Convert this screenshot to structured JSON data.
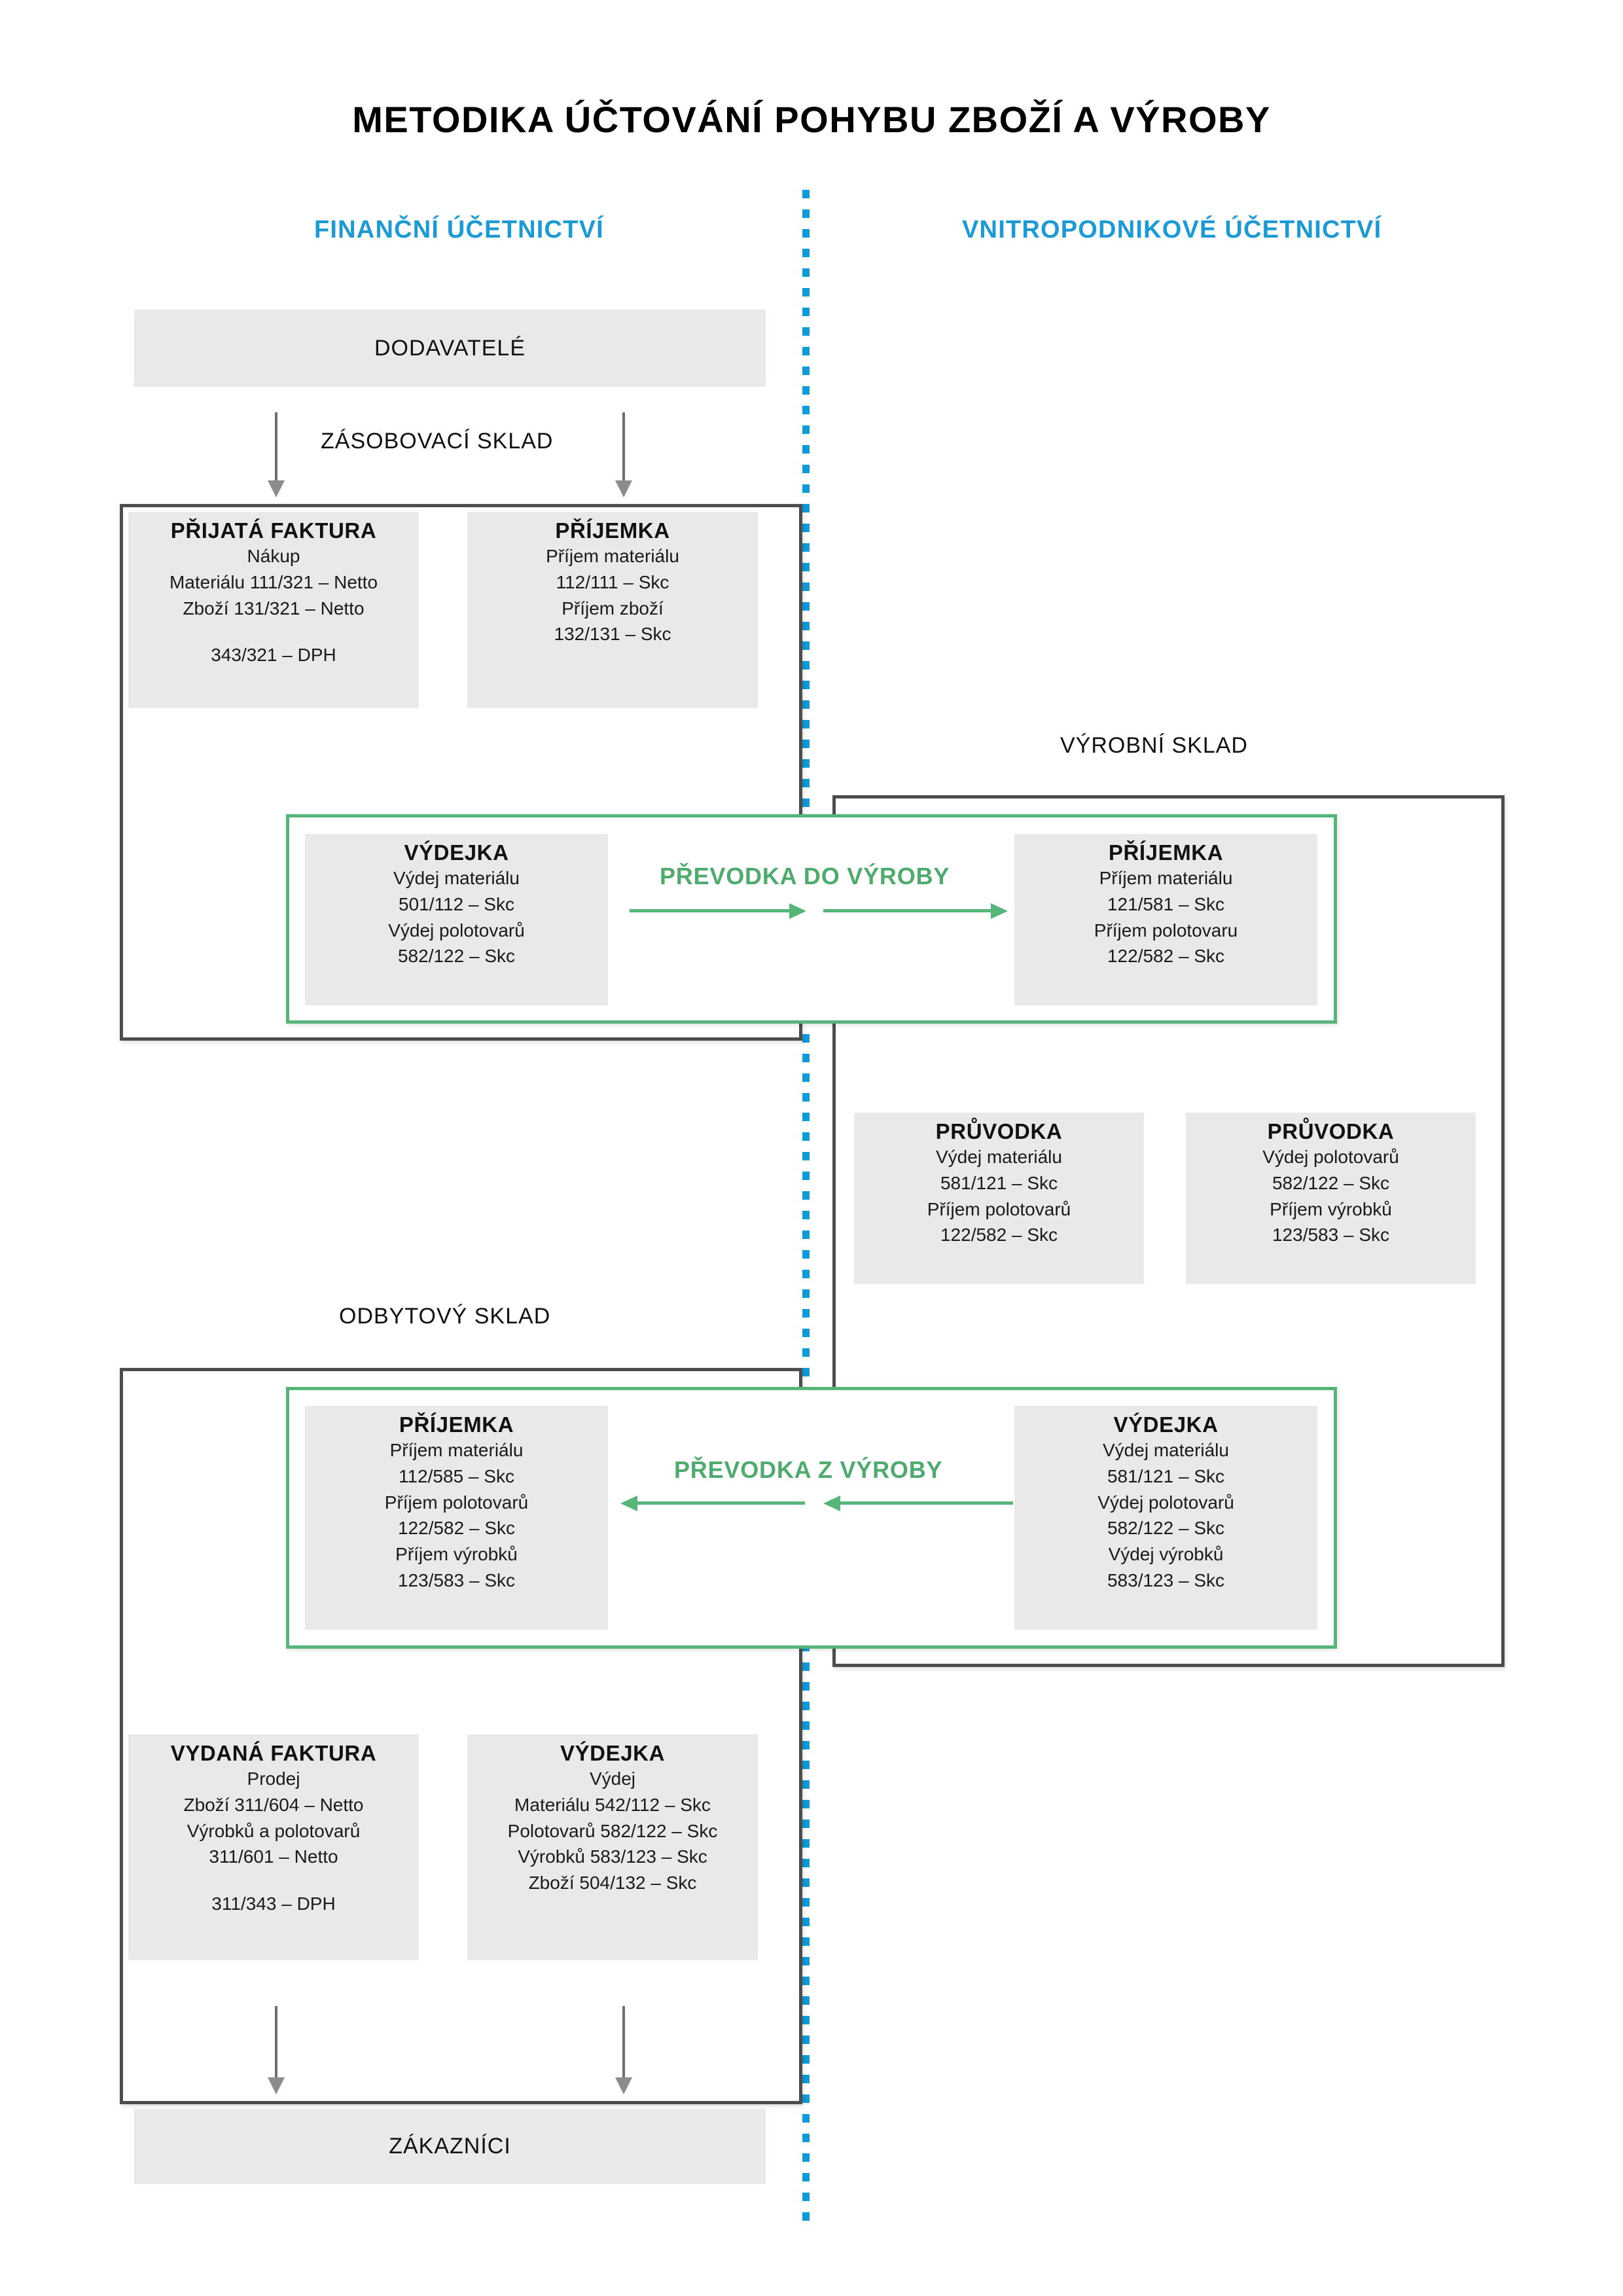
{
  "title": "METODIKA ÚČTOVÁNÍ POHYBU ZBOŽÍ A VÝROBY",
  "columns": {
    "left": "FINANČNÍ ÚČETNICTVÍ",
    "right": "VNITROPODNIKOVÉ ÚČETNICTVÍ"
  },
  "colors": {
    "accent_blue": "#1b9ad6",
    "divider_blue": "#0f9ad8",
    "green": "#56b578",
    "green_text": "#4faa6e",
    "frame_gray": "#4d4d4d",
    "card_gray": "#e9e9e9",
    "arrow_gray": "#8c8c8c"
  },
  "endpoints": {
    "suppliers": "DODAVATELÉ",
    "customers": "ZÁKAZNÍCI"
  },
  "warehouses": {
    "supply": "ZÁSOBOVACÍ SKLAD",
    "production": "VÝROBNÍ SKLAD",
    "sales": "ODBYTOVÝ SKLAD"
  },
  "transfers": {
    "to_production": "PŘEVODKA  DO VÝROBY",
    "from_production": "PŘEVODKA  Z VÝROBY"
  },
  "cards": {
    "prijata_faktura": {
      "title": "PŘIJATÁ FAKTURA",
      "lines": [
        "Nákup",
        "Materiálu 111/321 – Netto",
        "Zboží 131/321 – Netto"
      ],
      "gap_lines": [
        "343/321 – DPH"
      ]
    },
    "prijemka_zasob": {
      "title": "PŘÍJEMKA",
      "lines": [
        "Příjem materiálu",
        "112/111 – Skc",
        "Příjem zboží",
        "132/131 – Skc"
      ],
      "gap_lines": []
    },
    "vydejka_do_vyroby": {
      "title": "VÝDEJKA",
      "lines": [
        "Výdej materiálu",
        "501/112 – Skc",
        "Výdej polotovarů",
        "582/122 – Skc"
      ],
      "gap_lines": []
    },
    "prijemka_do_vyroby": {
      "title": "PŘÍJEMKA",
      "lines": [
        "Příjem materiálu",
        "121/581 – Skc",
        "Příjem polotovaru",
        "122/582 – Skc"
      ],
      "gap_lines": []
    },
    "pruvodka_1": {
      "title": "PRŮVODKA",
      "lines": [
        "Výdej materiálu",
        "581/121 – Skc",
        "Příjem polotovarů",
        "122/582 – Skc"
      ],
      "gap_lines": []
    },
    "pruvodka_2": {
      "title": "PRŮVODKA",
      "lines": [
        "Výdej polotovarů",
        "582/122 – Skc",
        "Příjem výrobků",
        "123/583 – Skc"
      ],
      "gap_lines": []
    },
    "prijemka_odbyt": {
      "title": "PŘÍJEMKA",
      "lines": [
        "Příjem materiálu",
        "112/585 – Skc",
        "Příjem polotovarů",
        "122/582 – Skc",
        "Příjem výrobků",
        "123/583 – Skc"
      ],
      "gap_lines": []
    },
    "vydejka_z_vyroby": {
      "title": "VÝDEJKA",
      "lines": [
        "Výdej materiálu",
        "581/121 – Skc",
        "Výdej polotovarů",
        "582/122 – Skc",
        "Výdej výrobků",
        "583/123 – Skc"
      ],
      "gap_lines": []
    },
    "vydana_faktura": {
      "title": "VYDANÁ FAKTURA",
      "lines": [
        "Prodej",
        "Zboží 311/604 – Netto",
        "Výrobků a polotovarů",
        "311/601 – Netto"
      ],
      "gap_lines": [
        "311/343 – DPH"
      ]
    },
    "vydejka_prodej": {
      "title": "VÝDEJKA",
      "lines": [
        "Výdej",
        "Materiálu 542/112 – Skc",
        "Polotovarů 582/122 – Skc",
        "Výrobků 583/123 – Skc",
        "Zboží 504/132 – Skc"
      ],
      "gap_lines": []
    }
  }
}
